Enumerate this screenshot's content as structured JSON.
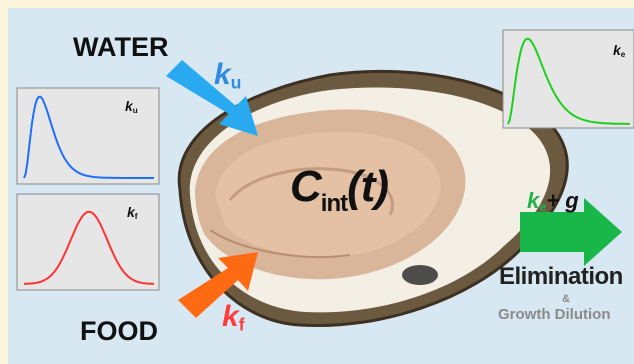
{
  "labels": {
    "water": "WATER",
    "food": "FOOD",
    "elimination": "Elimination",
    "ampersand": "&",
    "growth_dilution": "Growth Dilution",
    "center_main": "C",
    "center_sub": "int",
    "center_paren": "(t)",
    "ku_main": "k",
    "ku_sub": "u",
    "kf_main": "k",
    "kf_sub": "f",
    "ke_main": "k",
    "ke_sub": "e",
    "plus_g": "+ g"
  },
  "plots": {
    "ku": {
      "label_main": "k",
      "label_sub": "u",
      "color": "#1f6fff"
    },
    "kf": {
      "label_main": "k",
      "label_sub": "f",
      "color": "#ff3333"
    },
    "ke": {
      "label_main": "k",
      "label_sub": "e",
      "color": "#1ecf1e"
    }
  },
  "colors": {
    "water_arrow": "#29aaf0",
    "food_arrow": "#ff6a13",
    "elim_arrow": "#19b74a"
  }
}
